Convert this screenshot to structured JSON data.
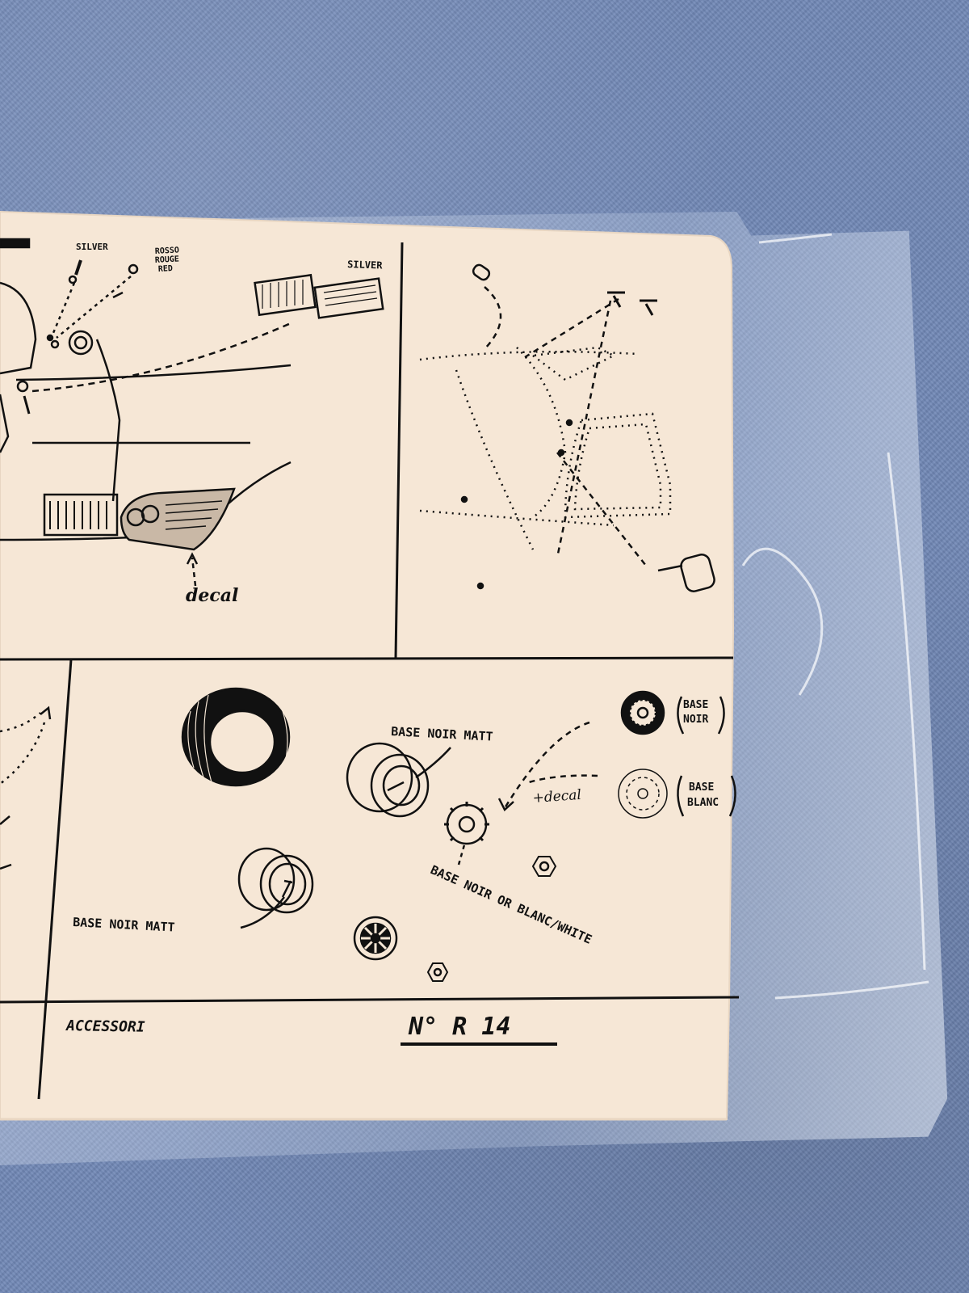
{
  "labels": {
    "silver_top": "SILVER",
    "rosso": "ROSSO",
    "rouge": "ROUGE",
    "red": "RED",
    "silver_right": "SILVER",
    "decal": "decal",
    "base_noir_matt_1": "BASE NOIR MATT",
    "base_noir_matt_2": "BASE NOIR MATT",
    "plus_decal": "+decal",
    "base_noir_or_blanc_white": "BASE NOIR OR BLANC/WHITE",
    "base_noir_1": "BASE",
    "base_noir_2": "NOIR",
    "base_blanc_1": "BASE",
    "base_blanc_2": "BLANC",
    "accessori": "ACCESSORI",
    "kit_number": "N° R 14"
  }
}
